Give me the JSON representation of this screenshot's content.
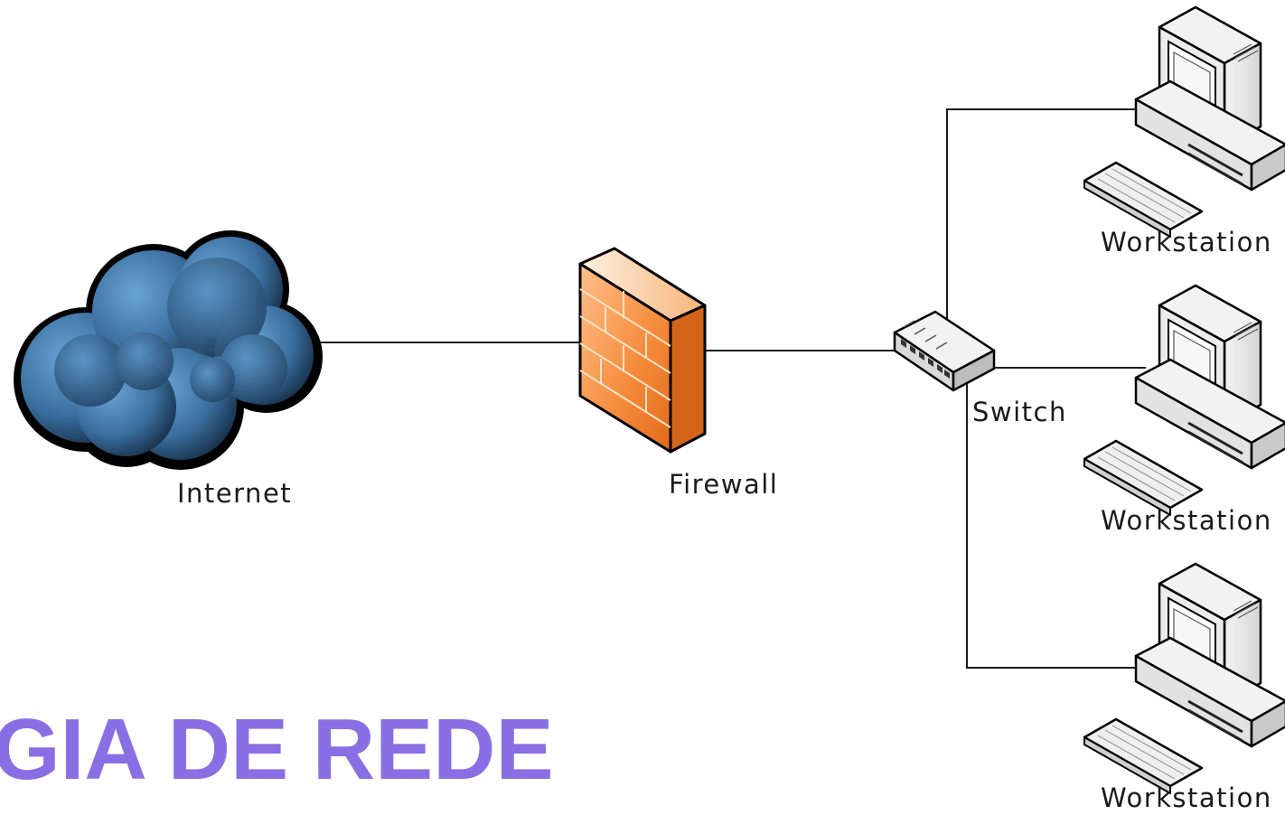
{
  "diagram": {
    "nodes": {
      "internet": {
        "label": "Internet",
        "icon": "cloud-icon"
      },
      "firewall": {
        "label": "Firewall",
        "icon": "firewall-icon"
      },
      "switch": {
        "label": "Switch",
        "icon": "switch-icon"
      },
      "workstations": [
        {
          "label": "Workstation",
          "icon": "workstation-icon"
        },
        {
          "label": "Workstation",
          "icon": "workstation-icon"
        },
        {
          "label": "Workstation",
          "icon": "workstation-icon"
        }
      ]
    },
    "connections": [
      [
        "internet",
        "firewall"
      ],
      [
        "firewall",
        "switch"
      ],
      [
        "switch",
        "workstation-1"
      ],
      [
        "switch",
        "workstation-2"
      ],
      [
        "switch",
        "workstation-3"
      ]
    ]
  },
  "heading": {
    "text": "GIA DE REDE"
  },
  "colors": {
    "heading": "#8a6fe4",
    "cloud": "#3d78ad",
    "firewall": "#f28a3a",
    "line": "#1a1a1a"
  }
}
